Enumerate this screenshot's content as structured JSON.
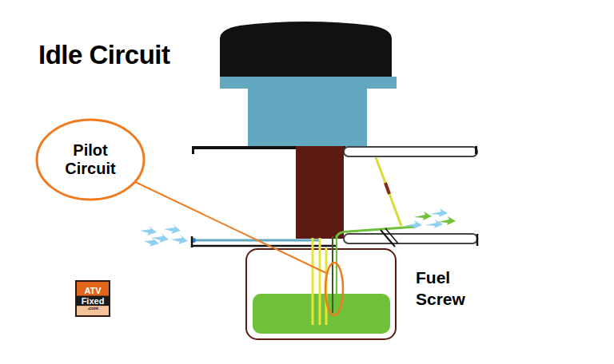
{
  "diagram": {
    "title": "Idle Circuit",
    "nodes": [
      {
        "text": [
          "Pilot Circuit"
        ]
      },
      {
        "text": [
          "ATV Fixed",
          ".com"
        ]
      }
    ],
    "labels": [
      "Fuel Screw"
    ]
  }
}
